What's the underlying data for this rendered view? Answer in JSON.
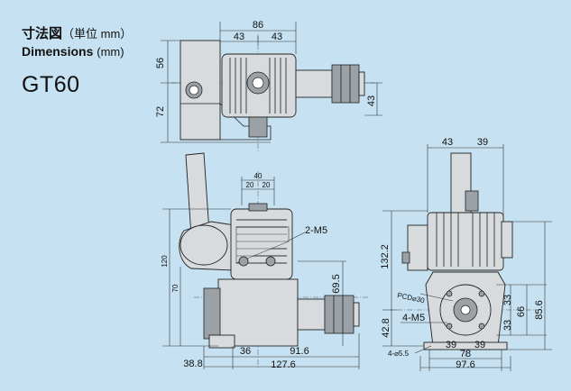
{
  "header": {
    "title_jp": "寸法図",
    "unit_jp": "（単位 mm）",
    "title_en": "Dimensions",
    "unit_en": "(mm)",
    "model": "GT60"
  },
  "top_view": {
    "width_total": "86",
    "width_left": "43",
    "width_right": "43",
    "height_upper": "56",
    "height_lower": "72",
    "offset_right": "43"
  },
  "side_view": {
    "plug_width": "40",
    "plug_left": "20",
    "plug_right": "20",
    "bolt_label": "2-M5",
    "height_total": "120",
    "height_lower": "70",
    "mount_height": "69.5",
    "rear_offset": "38.8",
    "center_offset": "36",
    "front_length": "91.6",
    "total_length": "127.6"
  },
  "front_view": {
    "top_left": "43",
    "top_right": "39",
    "height_total": "132.2",
    "pcd_label": "PCD⌀30",
    "mount_label": "4-M5",
    "hole_label": "4-⌀5.5",
    "lower_height": "42.8",
    "half_height_a": "33",
    "half_height_b": "33",
    "mount_span": "66",
    "right_height": "85.6",
    "base_left": "39",
    "base_right": "39",
    "base_width": "78",
    "total_width": "97.6"
  }
}
